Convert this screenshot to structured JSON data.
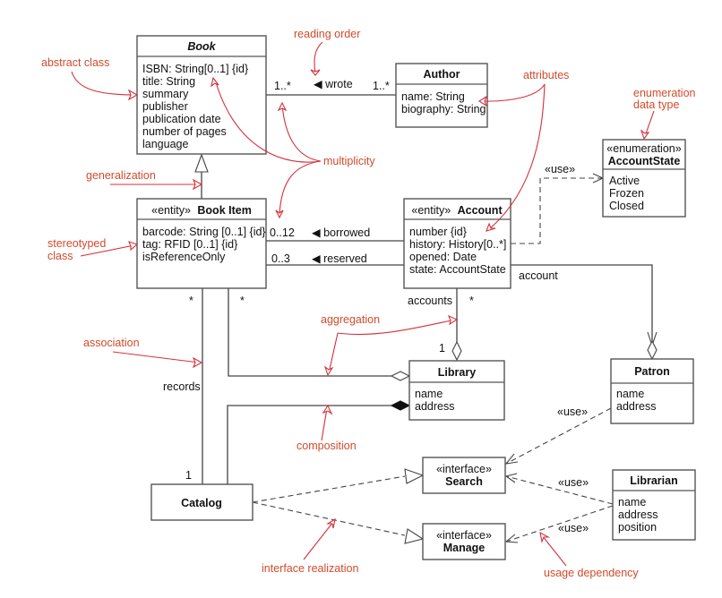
{
  "diagram": {
    "type": "UML class diagram",
    "classes": {
      "book": {
        "name": "Book",
        "abstract": true,
        "attributes": [
          "ISBN: String[0..1] {id}",
          "title: String",
          "summary",
          "publisher",
          "publication date",
          "number of pages",
          "language"
        ]
      },
      "author": {
        "name": "Author",
        "attributes": [
          "name: String",
          "biography: String"
        ]
      },
      "book_item": {
        "stereotype": "«entity»",
        "name": "Book Item",
        "attributes": [
          "barcode: String [0..1] {id}",
          "tag: RFID [0..1] {id}",
          "isReferenceOnly"
        ]
      },
      "account": {
        "stereotype": "«entity»",
        "name": "Account",
        "attributes": [
          "number {id}",
          "history: History[0..*]",
          "opened: Date",
          "state: AccountState"
        ]
      },
      "account_state": {
        "stereotype": "«enumeration»",
        "name": "AccountState",
        "literals": [
          "Active",
          "Frozen",
          "Closed"
        ]
      },
      "library": {
        "name": "Library",
        "attributes": [
          "name",
          "address"
        ]
      },
      "patron": {
        "name": "Patron",
        "attributes": [
          "name",
          "address"
        ]
      },
      "librarian": {
        "name": "Librarian",
        "attributes": [
          "name",
          "address",
          "position"
        ]
      },
      "catalog": {
        "name": "Catalog"
      },
      "search": {
        "stereotype": "«interface»",
        "name": "Search"
      },
      "manage": {
        "stereotype": "«interface»",
        "name": "Manage"
      }
    },
    "labels": {
      "wrote": "◀ wrote",
      "wrote_mult_left": "1..*",
      "wrote_mult_right": "1..*",
      "borrowed": "◀ borrowed",
      "borrowed_mult": "0..12",
      "reserved": "◀ reserved",
      "reserved_mult": "0..3",
      "account_role": "account",
      "accounts_role": "accounts",
      "accounts_mult": "*",
      "library_mult": "1",
      "bookitem_star_left": "*",
      "bookitem_star_right": "*",
      "records_role": "records",
      "catalog_mult": "1",
      "use_enum": "«use»",
      "use_patron": "«use»",
      "use_librarian_search": "«use»",
      "use_librarian_manage": "«use»"
    },
    "annotations": {
      "abstract_class": "abstract class",
      "reading_order": "reading order",
      "attributes": "attributes",
      "enumeration_1": "enumeration",
      "enumeration_2": "data type",
      "multiplicity": "multiplicity",
      "generalization": "generalization",
      "stereotyped_1": "stereotyped",
      "stereotyped_2": "class",
      "aggregation": "aggregation",
      "association": "association",
      "composition": "composition",
      "interface_realization": "interface realization",
      "usage_dependency": "usage dependency"
    }
  }
}
